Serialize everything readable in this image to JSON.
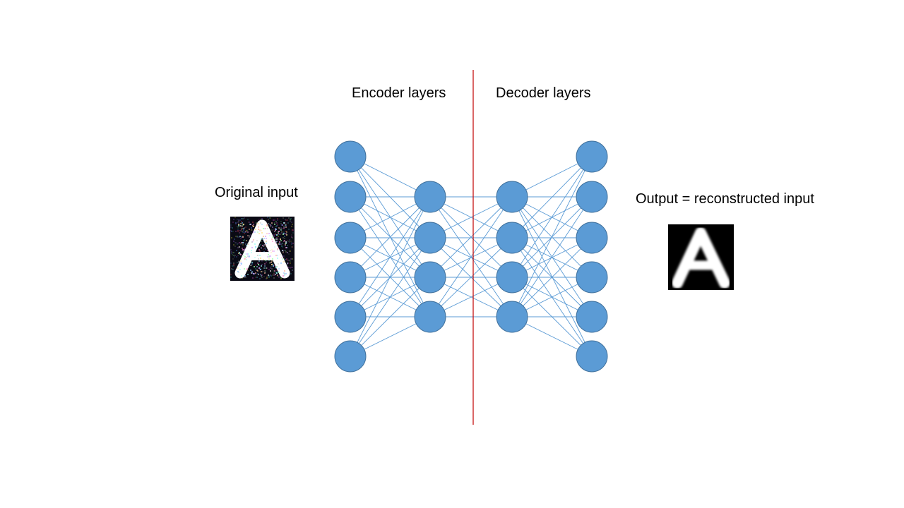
{
  "labels": {
    "encoder": "Encoder layers",
    "decoder": "Decoder layers",
    "original_input": "Original input",
    "output": "Output = reconstructed input"
  },
  "network": {
    "layer_sizes": [
      6,
      4,
      4,
      6
    ],
    "node_color": "#5b9bd5",
    "node_stroke": "#41719c",
    "edge_color": "#5b9bd5",
    "divider_color": "#c00000"
  },
  "images": {
    "original_glyph": "A",
    "reconstructed_glyph": "A",
    "original_background": "#0a0a14",
    "reconstructed_background": "#000000",
    "glyph_color": "#ffffff"
  }
}
